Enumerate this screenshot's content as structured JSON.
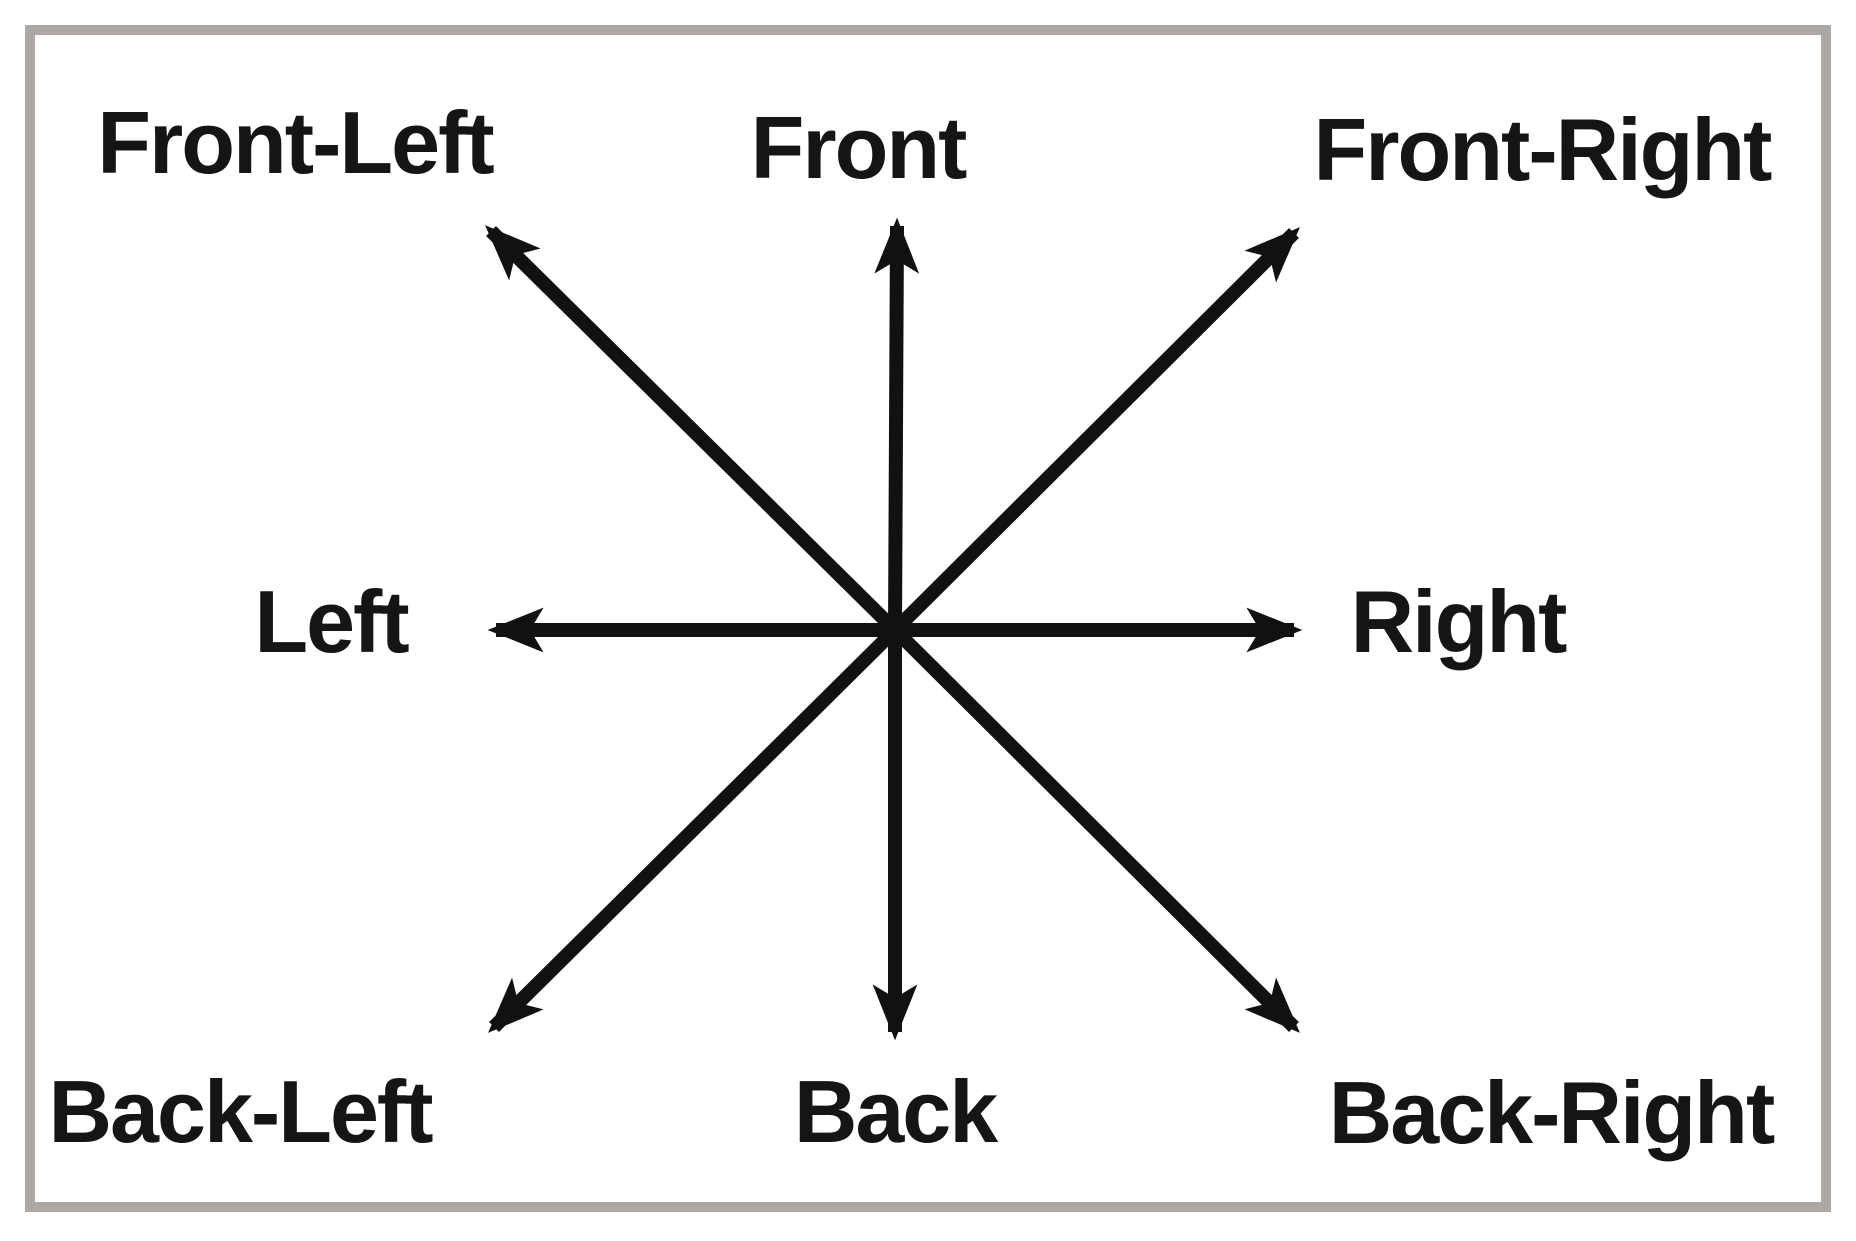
{
  "directions": {
    "front_left": "Front-Left",
    "front": "Front",
    "front_right": "Front-Right",
    "left": "Left",
    "right": "Right",
    "back_left": "Back-Left",
    "back": "Back",
    "back_right": "Back-Right"
  },
  "colors": {
    "arrow": "#111111",
    "text": "#151515",
    "frame_border": "#ada8a4",
    "background": "#ffffff"
  }
}
